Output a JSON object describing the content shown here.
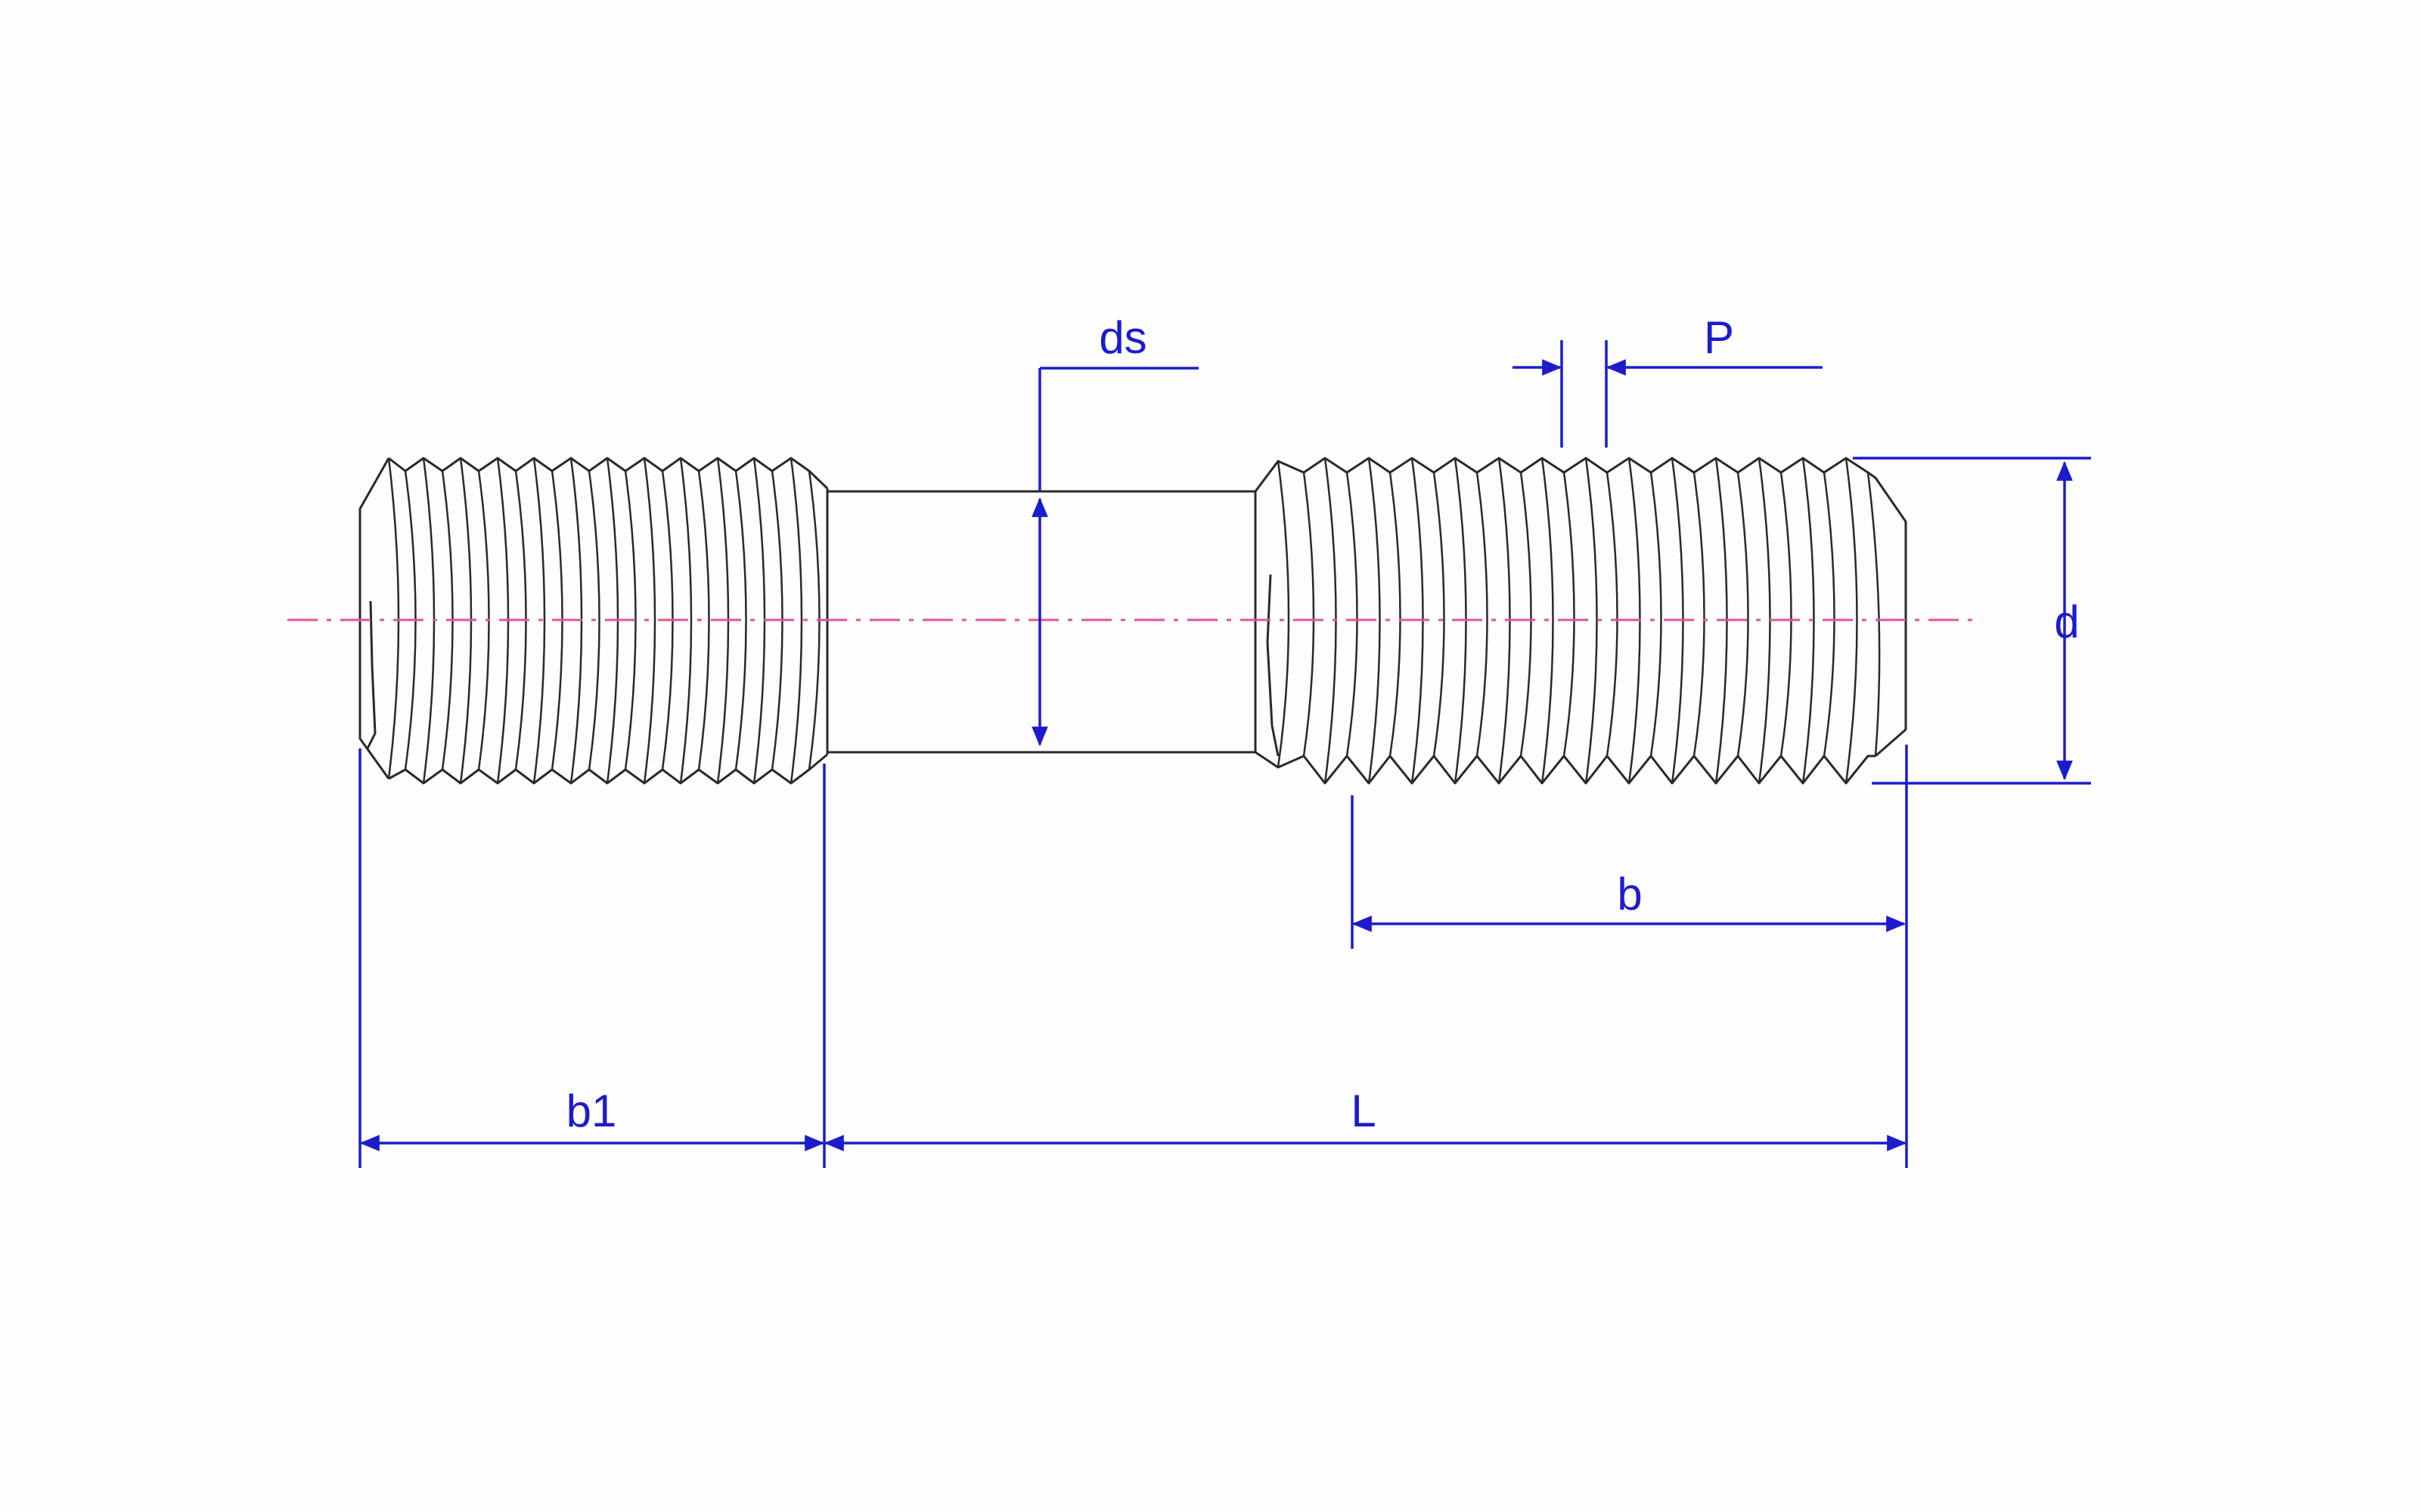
{
  "labels": {
    "ds": "ds",
    "P": "P",
    "d": "d",
    "b": "b",
    "b1": "b1",
    "L": "L"
  },
  "colors": {
    "background": "#fdfdfe",
    "outline": "#2a2a2a",
    "dimension": "#1c1ccc",
    "centerline": "#e0559a"
  }
}
